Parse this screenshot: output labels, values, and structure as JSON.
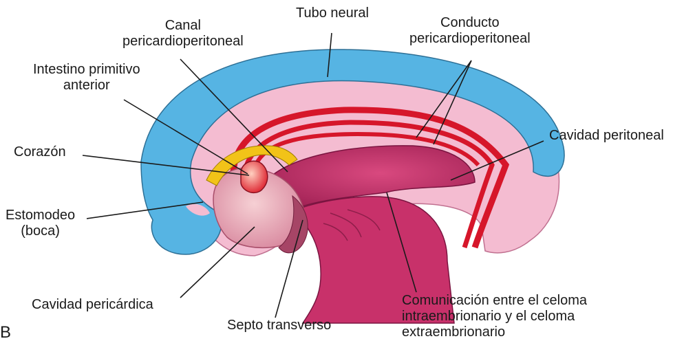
{
  "labels": {
    "tubo_neural": "Tubo neural",
    "canal_pericardioperitoneal": "Canal\npericardioperitoneal",
    "conducto_pericardioperitoneal": "Conducto\npericardioperitoneal",
    "intestino_primitivo_anterior": "Intestino primitivo\nanterior",
    "corazon": "Corazón",
    "cavidad_peritoneal": "Cavidad peritoneal",
    "estomodeo": "Estomodeo\n(boca)",
    "cavidad_pericardica": "Cavidad pericárdica",
    "septo_transverso": "Septo transverso",
    "comunicacion": "Comunicación entre el celoma\nintraembrionario y el celoma\nextraembrionario",
    "panel_letter": "B"
  },
  "colors": {
    "neural_tube": "#56b4e3",
    "mesoderm": "#f4bcd1",
    "gut": "#c8316a",
    "duct": "#d6162a",
    "heart": "#ef6a66",
    "septum_arc": "#f2c318"
  }
}
